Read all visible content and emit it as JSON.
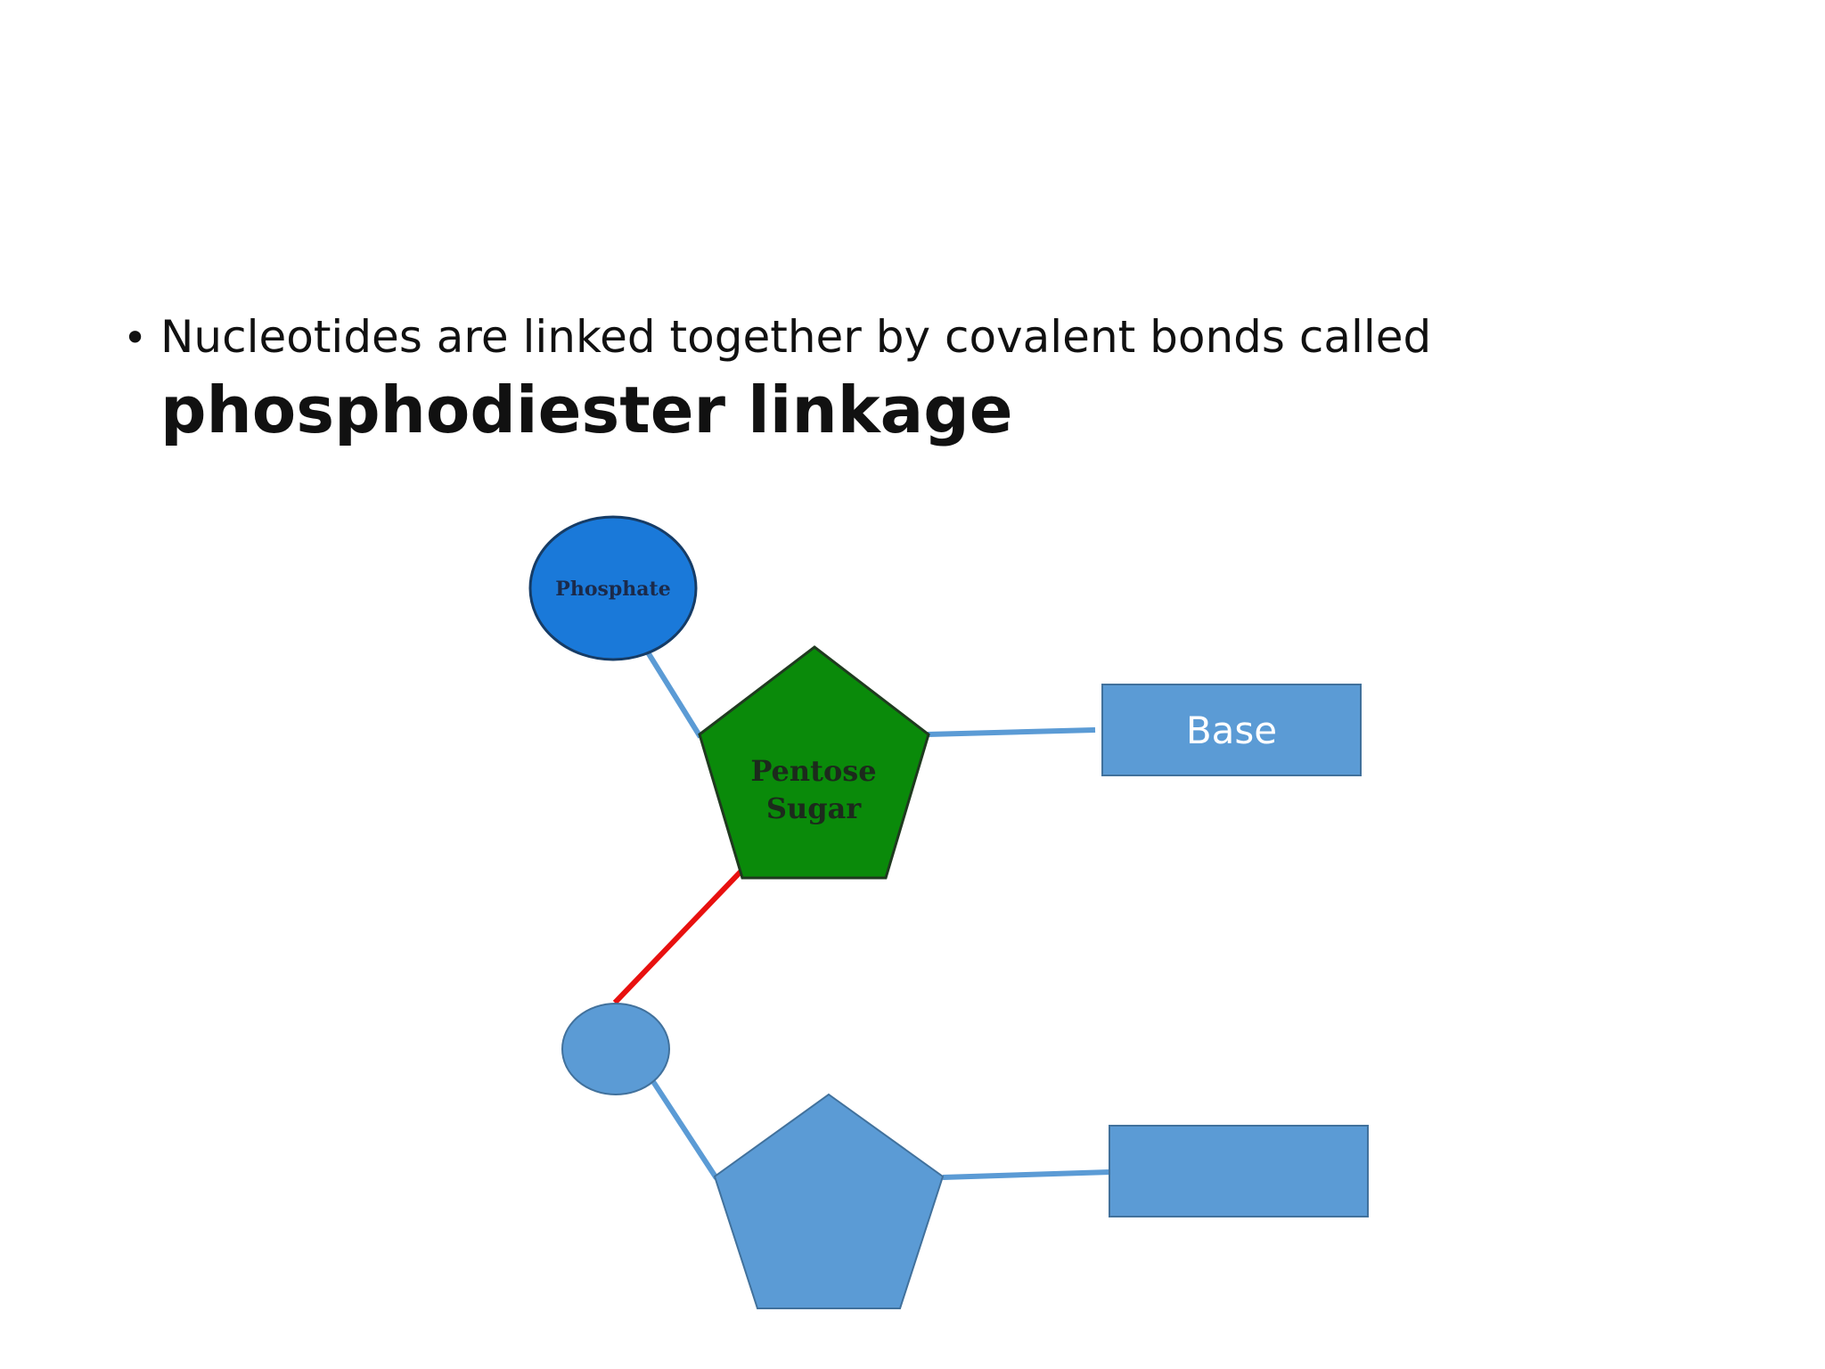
{
  "slide": {
    "bullet_text": "Nucleotides are linked together by covalent bonds called",
    "bullet_emphasis": "phosphodiester linkage",
    "bullet_symbol": "•"
  },
  "diagram": {
    "nucleotide_top": {
      "phosphate_label": "Phosphate",
      "sugar_label_line1": "Pentose",
      "sugar_label_line2": "Sugar",
      "base_label": "Base"
    },
    "colors": {
      "phosphate_fill": "#1a79d9",
      "sugar_fill": "#0a8a0a",
      "base_fill": "#5b9bd5",
      "bond": "#5b9bd5",
      "linkage": "#e8100f",
      "outline": "#2f5f8f"
    }
  }
}
